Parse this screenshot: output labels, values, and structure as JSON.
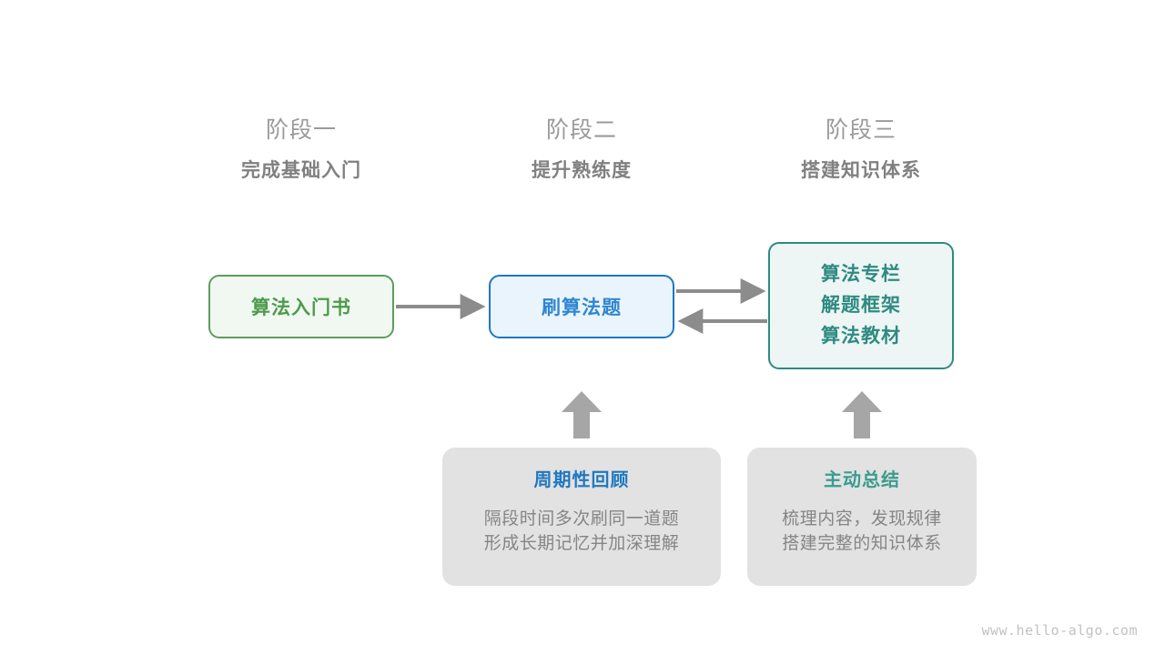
{
  "stages": [
    {
      "number": "阶段一",
      "title": "完成基础入门"
    },
    {
      "number": "阶段二",
      "title": "提升熟练度"
    },
    {
      "number": "阶段三",
      "title": "搭建知识体系"
    }
  ],
  "nodes": {
    "book": {
      "label": "算法入门书",
      "color": "#4b9b4b",
      "border": "#5d9c5d",
      "fill": "#f1f8f1"
    },
    "practice": {
      "label": "刷算法题",
      "color": "#2f86d0",
      "border": "#1f78c1",
      "fill": "#e9f4fd"
    },
    "resources": {
      "line1": "算法专栏",
      "line2": "解题框架",
      "line3": "算法教材",
      "color": "#2f8a82",
      "border": "#2f8a82",
      "fill": "#edf6f4"
    }
  },
  "cards": [
    {
      "title": "周期性回顾",
      "title_color": "#1f78c1",
      "body_line1": "隔段时间多次刷同一道题",
      "body_line2": "形成长期记忆并加深理解"
    },
    {
      "title": "主动总结",
      "title_color": "#3a9c8f",
      "body_line1": "梳理内容，发现规律",
      "body_line2": "搭建完整的知识体系"
    }
  ],
  "connectors": {
    "arrow_color": "#8c8c8c",
    "book_to_practice": "arrow-right",
    "practice_to_resources": "arrow-right",
    "resources_to_practice": "arrow-left",
    "card1_to_practice": "arrow-up",
    "card2_to_resources": "arrow-up"
  },
  "watermark": "www.hello-algo.com"
}
